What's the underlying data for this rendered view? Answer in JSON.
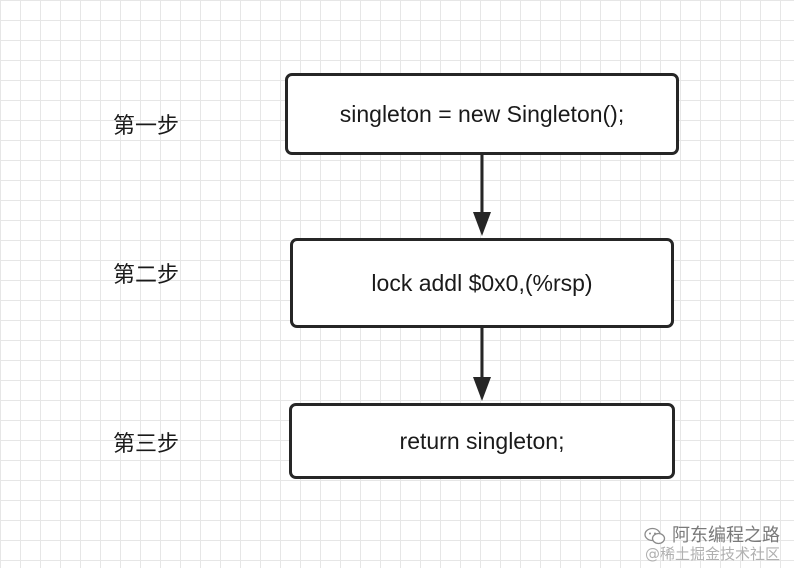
{
  "steps": [
    {
      "label": "第一步",
      "code": "singleton = new Singleton();"
    },
    {
      "label": "第二步",
      "code": "lock addl $0x0,(%rsp)"
    },
    {
      "label": "第三步",
      "code": "return singleton;"
    }
  ],
  "watermark": {
    "line1": "阿东编程之路",
    "line2": "@稀土掘金技术社区",
    "icon": "wechat-icon"
  },
  "colors": {
    "grid": "#e6e6e6",
    "border": "#262626",
    "text": "#1a1a1a"
  }
}
